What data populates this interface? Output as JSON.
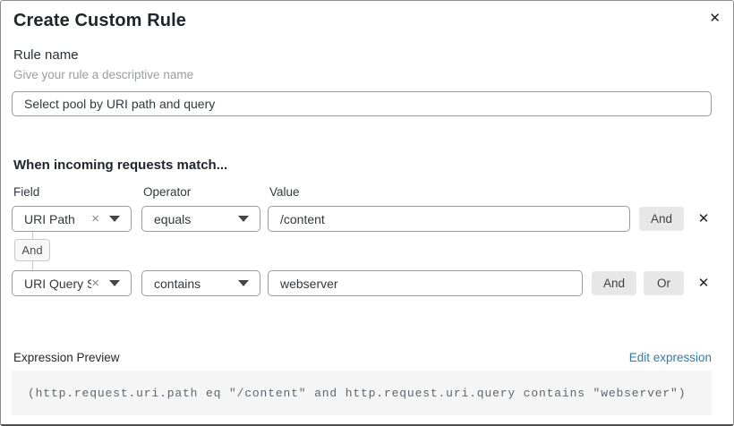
{
  "dialog": {
    "title": "Create Custom Rule"
  },
  "icons": {
    "close": "✕",
    "remove": "✕",
    "clear": "×"
  },
  "rule_name": {
    "label": "Rule name",
    "helper": "Give your rule a descriptive name",
    "value": "Select pool by URI path and query"
  },
  "match": {
    "heading": "When incoming requests match...",
    "columns": {
      "field": "Field",
      "operator": "Operator",
      "value": "Value"
    },
    "connector_label": "And",
    "rows": [
      {
        "field": "URI Path",
        "operator": "equals",
        "value": "/content",
        "buttons": [
          "And"
        ]
      },
      {
        "field": "URI Query St...",
        "operator": "contains",
        "value": "webserver",
        "buttons": [
          "And",
          "Or"
        ]
      }
    ]
  },
  "expression": {
    "label": "Expression Preview",
    "edit_link": "Edit expression",
    "code": "(http.request.uri.path eq \"/content\" and http.request.uri.query contains \"webserver\")"
  },
  "colors": {
    "link_blue": "#2c7cb0",
    "control_border": "#9a9a9a",
    "button_bg": "#e7e7e7",
    "code_bg": "#f5f5f5",
    "text_dark": "#21252b",
    "helper_gray": "#9a9da0"
  }
}
